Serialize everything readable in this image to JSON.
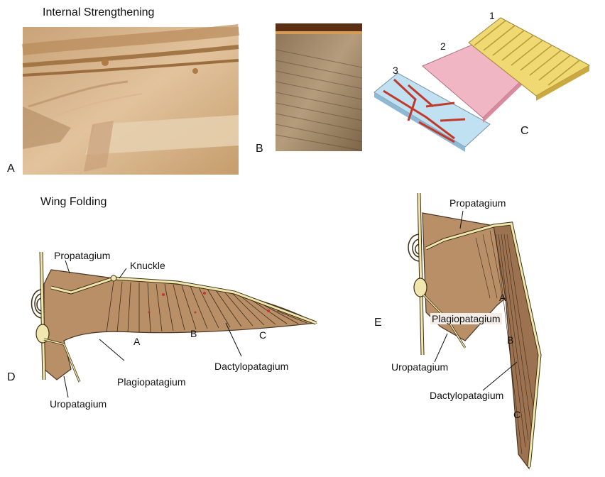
{
  "section_titles": {
    "internal": "Internal Strengthening",
    "folding": "Wing Folding"
  },
  "panel_letters": {
    "a": "A",
    "b": "B",
    "c": "C",
    "d": "D",
    "e": "E"
  },
  "layers": {
    "one": "1",
    "two": "2",
    "three": "3"
  },
  "wing_d": {
    "propatagium": "Propatagium",
    "knuckle": "Knuckle",
    "plagiopatagium": "Plagiopatagium",
    "dactylopatagium": "Dactylopatagium",
    "uropatagium": "Uropatagium",
    "a": "A",
    "b": "B",
    "c": "C"
  },
  "wing_e": {
    "propatagium": "Propatagium",
    "plagiopatagium": "Plagiopatagium",
    "uropatagium": "Uropatagium",
    "dactylopatagium": "Dactylopatagium",
    "a": "A",
    "b": "B",
    "c": "C"
  },
  "colors": {
    "membrane": "#b98f68",
    "bone": "#efe6b0",
    "layer1": "#f0d873",
    "layer2": "#f0b6c3",
    "layer3": "#bfe1f2",
    "fiber": "#c0392b"
  }
}
